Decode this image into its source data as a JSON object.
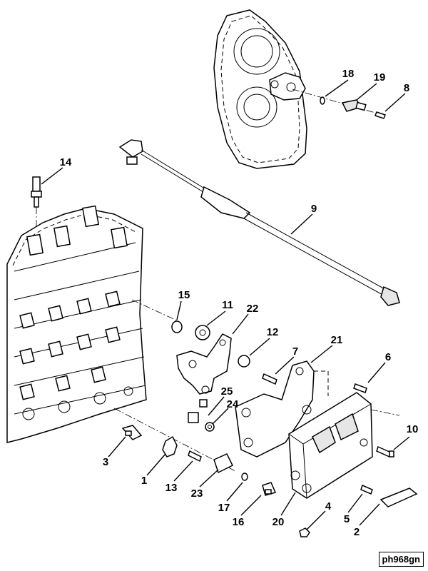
{
  "figure_id": "ph968gn",
  "callouts": [
    "1",
    "2",
    "3",
    "4",
    "5",
    "6",
    "7",
    "8",
    "9",
    "10",
    "11",
    "12",
    "13",
    "14",
    "15",
    "16",
    "17",
    "18",
    "19",
    "20",
    "21",
    "22",
    "23",
    "24",
    "25"
  ]
}
